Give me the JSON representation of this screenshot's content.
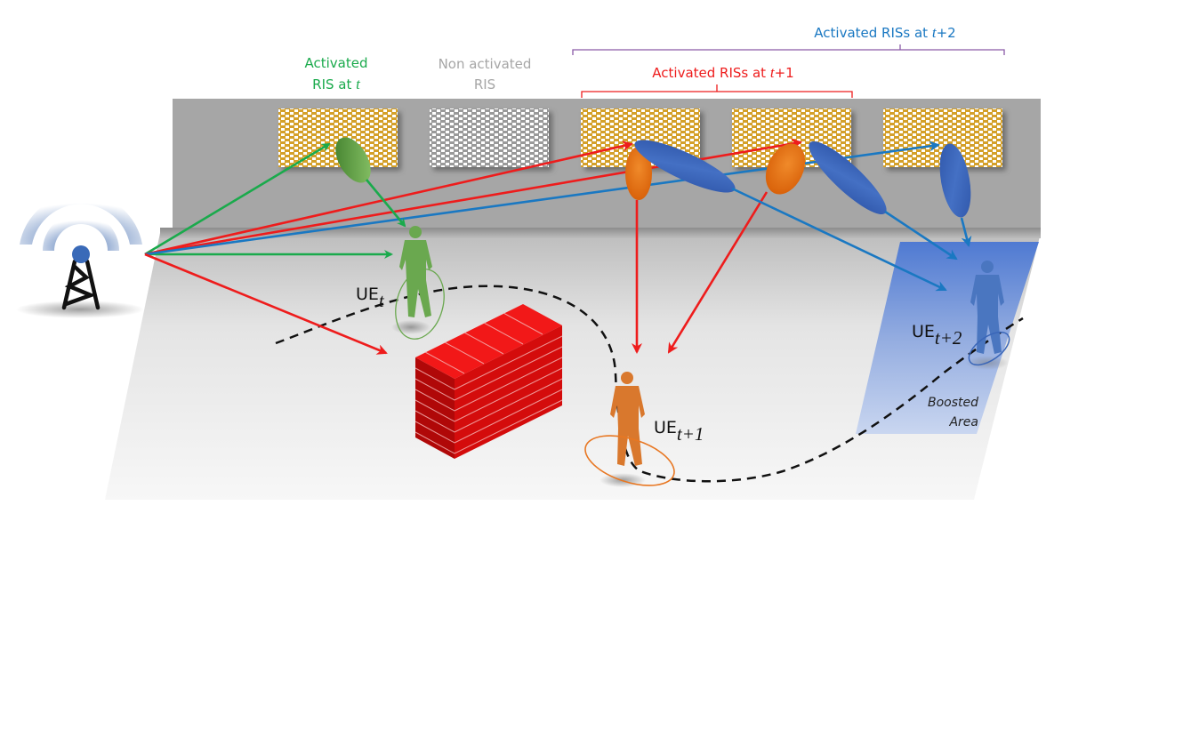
{
  "figure": {
    "title": "RIS-assisted UE tracking scenario",
    "colors": {
      "green": "#1aaa4c",
      "red": "#ee1c1c",
      "blue": "#1a78c2",
      "gray_label": "#a6a6a6",
      "orange": "#e87722",
      "ris_gold": "#d4a02a",
      "wall_gray": "#a6a6a6",
      "boosted_area": "#5b86d6",
      "brick": "#e01010"
    },
    "labels": {
      "activated_t_line1": "Activated",
      "activated_t_line2": "RIS at ",
      "activated_t_var": "t",
      "non_activated_line1": "Non activated",
      "non_activated_line2": "RIS",
      "activated_t1_text": "Activated RISs at ",
      "activated_t1_var": "t",
      "activated_t1_suffix": "+1",
      "activated_t2_text": "Activated RISs at ",
      "activated_t2_var": "t",
      "activated_t2_suffix": "+2",
      "boosted_line1": "Boosted",
      "boosted_line2": "Area"
    },
    "users": [
      {
        "id": "ue-t",
        "base": "UE",
        "sub": "t",
        "color": "#6aa84f"
      },
      {
        "id": "ue-t1",
        "base": "UE",
        "sub": "t+1",
        "color": "#d9782d"
      },
      {
        "id": "ue-t2",
        "base": "UE",
        "sub": "t+2",
        "color": "#4a76c0"
      }
    ],
    "ris_panels": [
      {
        "id": "ris-1",
        "state": "activated",
        "time": "t"
      },
      {
        "id": "ris-2",
        "state": "non-activated"
      },
      {
        "id": "ris-3",
        "state": "activated",
        "time": "t+1, t+2"
      },
      {
        "id": "ris-4",
        "state": "activated",
        "time": "t+1, t+2"
      },
      {
        "id": "ris-5",
        "state": "activated",
        "time": "t+2"
      }
    ],
    "elements": [
      "base-station",
      "brick-wall-obstacle",
      "ue-trajectory",
      "boosted-area"
    ]
  }
}
